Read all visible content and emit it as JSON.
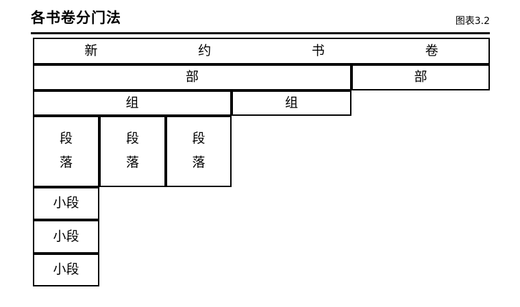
{
  "header": {
    "title": "各书卷分门法",
    "figure_number": "图表3.2"
  },
  "diagram": {
    "type": "hierarchy-table",
    "level1": {
      "label_chars": [
        "新",
        "约",
        "书",
        "卷"
      ],
      "full_label": "新约书卷"
    },
    "level2": [
      {
        "label": "部"
      },
      {
        "label": "部"
      }
    ],
    "level3": [
      {
        "label": "组"
      },
      {
        "label": "组"
      }
    ],
    "level4": [
      {
        "line1": "段",
        "line2": "落"
      },
      {
        "line1": "段",
        "line2": "落"
      },
      {
        "line1": "段",
        "line2": "落"
      }
    ],
    "level5": [
      {
        "label": "小段"
      },
      {
        "label": "小段"
      },
      {
        "label": "小段"
      }
    ]
  },
  "colors": {
    "border": "#000000",
    "text": "#000000",
    "background": "#ffffff"
  }
}
